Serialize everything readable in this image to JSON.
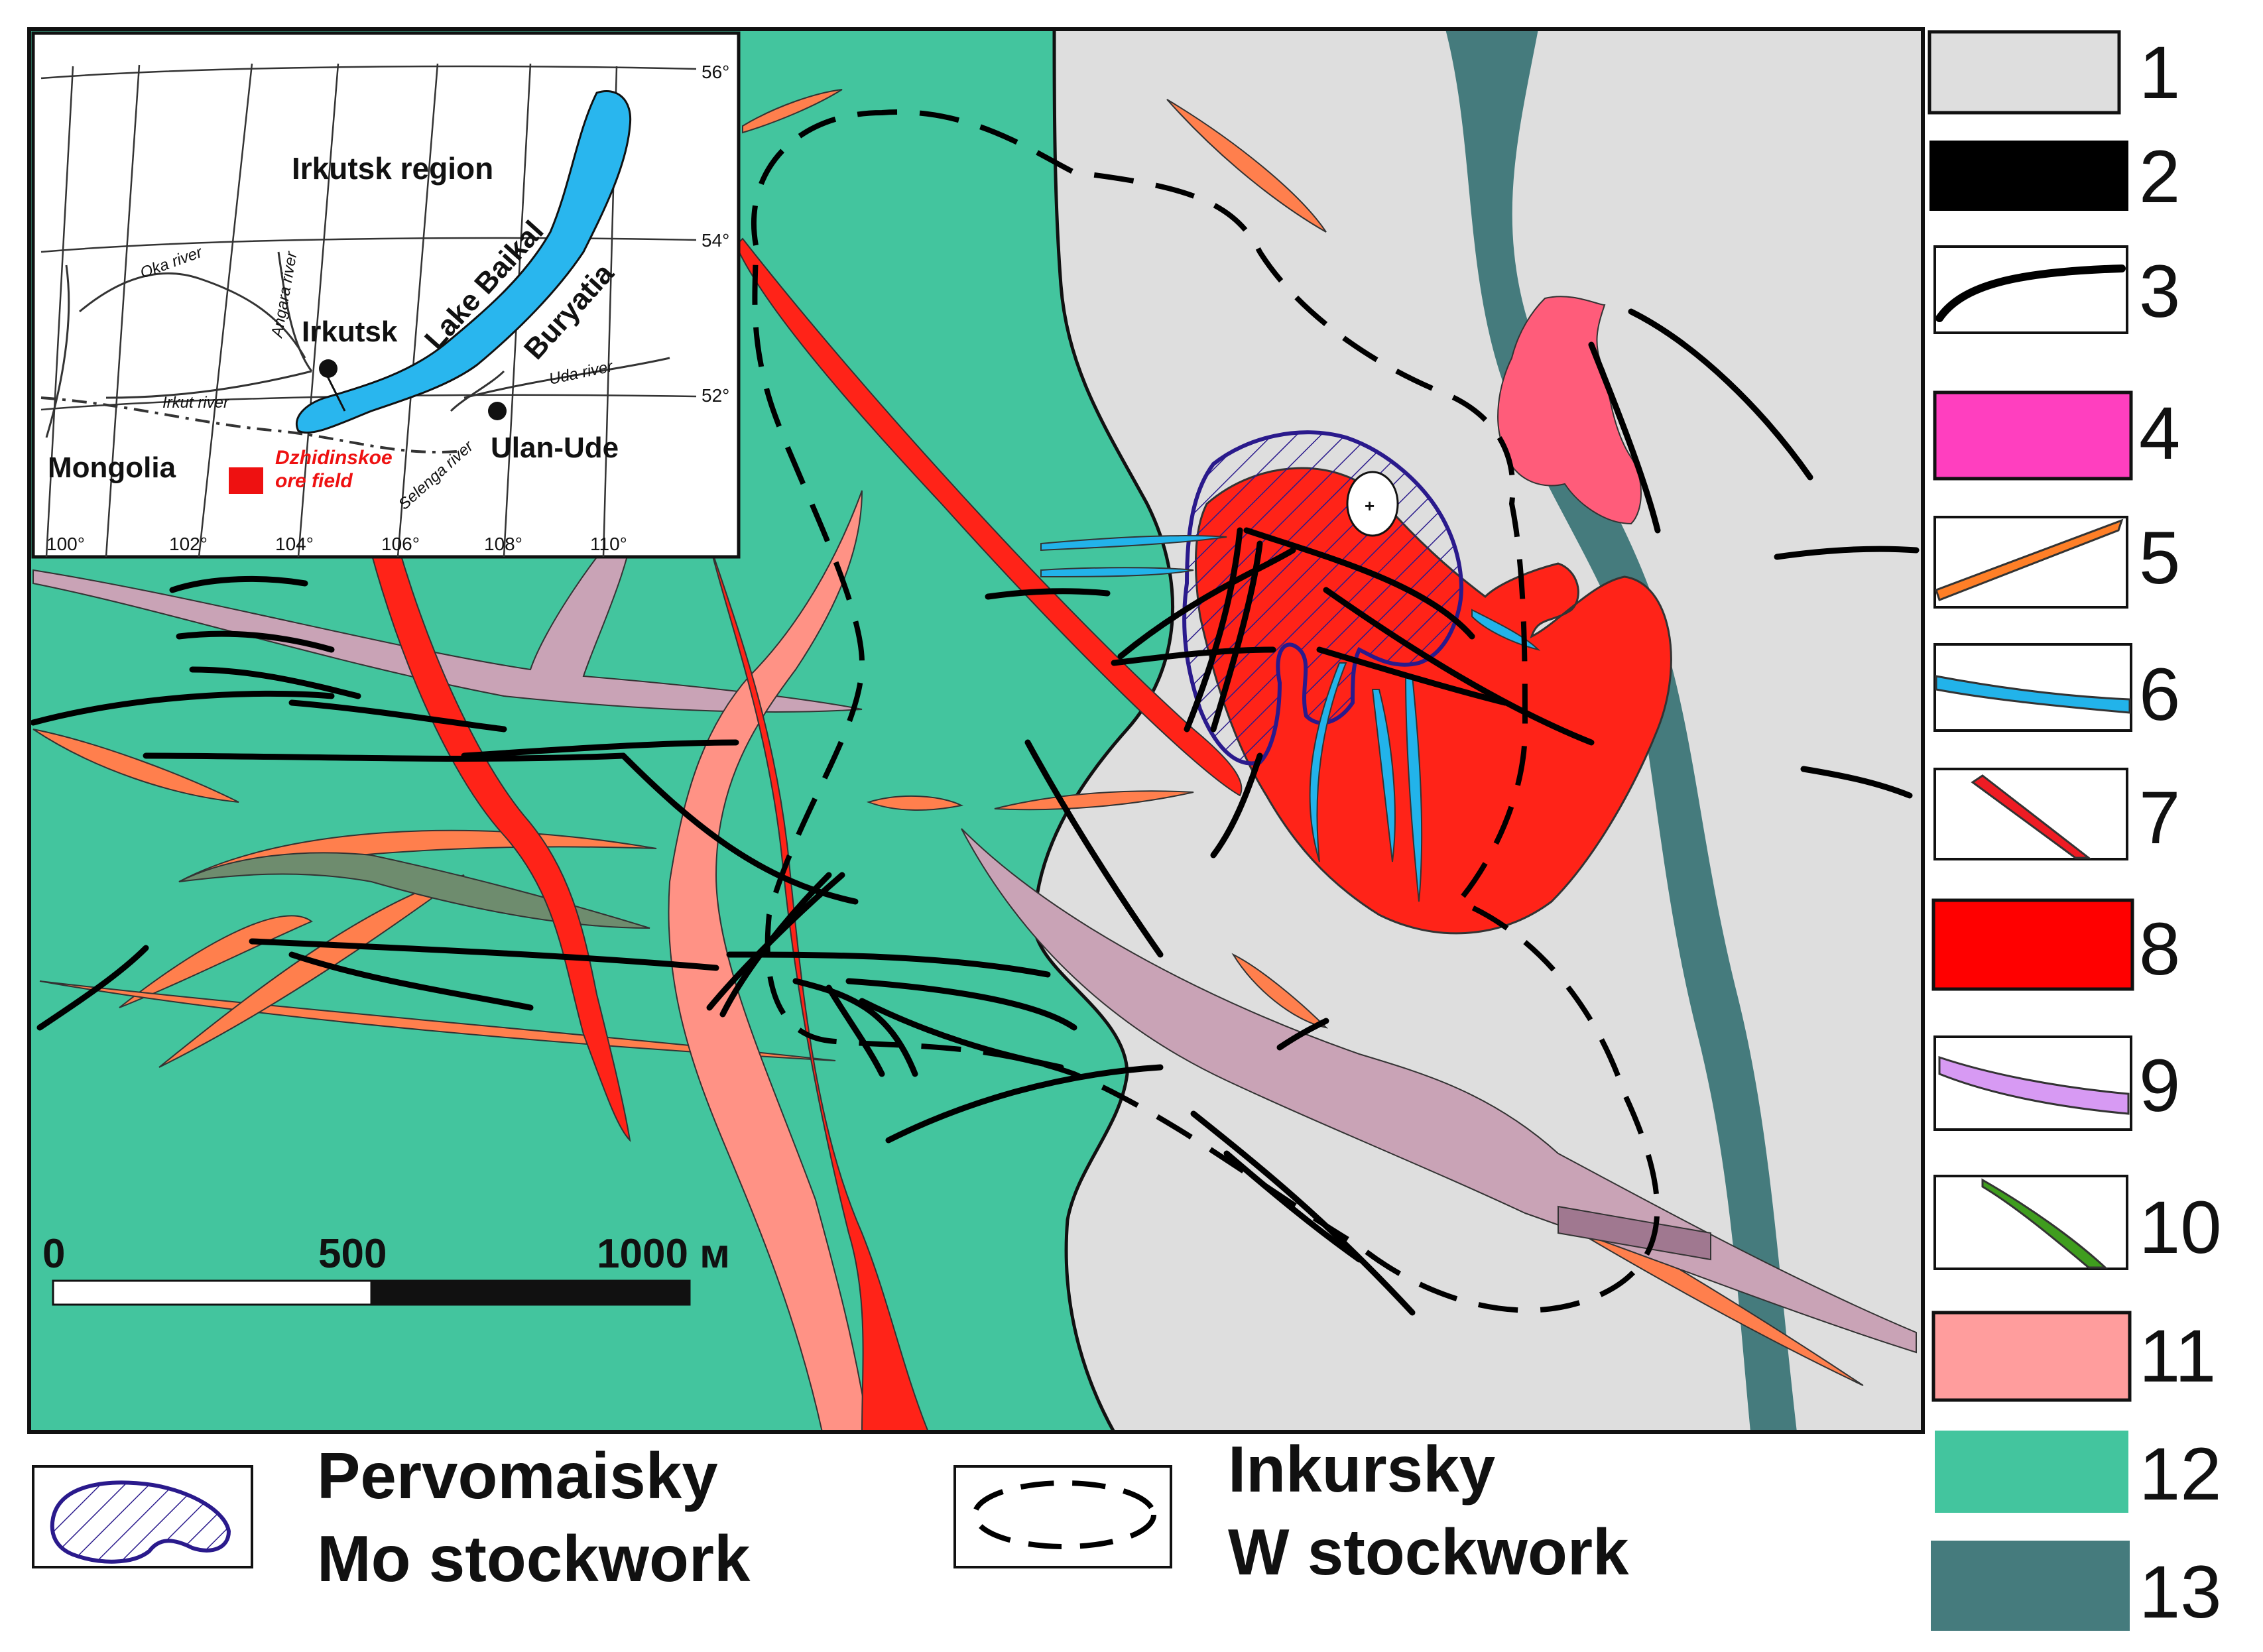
{
  "inset": {
    "lat_labels": [
      "56°",
      "54°",
      "52°"
    ],
    "lon_labels": [
      "100°",
      "102°",
      "104°",
      "106°",
      "108°",
      "110°"
    ],
    "places": {
      "irkutsk_region": "Irkutsk region",
      "irkutsk": "Irkutsk",
      "lake_baikal": "Lake Baikal",
      "buryatia": "Buryatia",
      "ulan_ude": "Ulan-Ude",
      "mongolia": "Mongolia",
      "ore_field_line1": "Dzhidinskoe",
      "ore_field_line2": "ore field"
    },
    "rivers": {
      "oka": "Oka river",
      "angara": "Angara river",
      "irkut": "Irkut river",
      "selenga": "Selenga river",
      "uda": "Uda river"
    },
    "colors": {
      "lake": "#29b6ee",
      "ore_field": "#ee1111"
    }
  },
  "scale_bar": {
    "label_0": "0",
    "label_500": "500",
    "label_1000": "1000 м"
  },
  "legend": [
    {
      "num": "1",
      "color": "#dedede",
      "kind": "fill"
    },
    {
      "num": "2",
      "color": "#000000",
      "kind": "fill"
    },
    {
      "num": "3",
      "color": "#000000",
      "kind": "line"
    },
    {
      "num": "4",
      "color": "#ff3fbf",
      "kind": "fill"
    },
    {
      "num": "5",
      "color": "#ff7f27",
      "kind": "dike"
    },
    {
      "num": "6",
      "color": "#22b3ea",
      "kind": "dike"
    },
    {
      "num": "7",
      "color": "#ee1c24",
      "kind": "dike"
    },
    {
      "num": "8",
      "color": "#ff0000",
      "kind": "fill"
    },
    {
      "num": "9",
      "color": "#d79af3",
      "kind": "dike"
    },
    {
      "num": "10",
      "color": "#3f9d1e",
      "kind": "dike"
    },
    {
      "num": "11",
      "color": "#ff9d9d",
      "kind": "fill"
    },
    {
      "num": "12",
      "color": "#43c59e",
      "kind": "fill"
    },
    {
      "num": "13",
      "color": "#457b7d",
      "kind": "fill"
    }
  ],
  "bottom_legend": {
    "mo_line1": "Pervomaisky",
    "mo_line2": "Mo stockwork",
    "w_line1": "Inkursky",
    "w_line2": "W stockwork"
  },
  "map_colors": {
    "host_gray": "#dedede",
    "green": "#43c59e",
    "teal": "#457b7d",
    "granite_red": "#ff2318",
    "pink_body": "#ff5c7a",
    "salmon_dike": "#ff9285",
    "orange_dike": "#ff7f4d",
    "mauve_dike": "#c9a3b6",
    "olive_dike": "#6e8c6e",
    "mo_outline": "#2a1a8c"
  }
}
